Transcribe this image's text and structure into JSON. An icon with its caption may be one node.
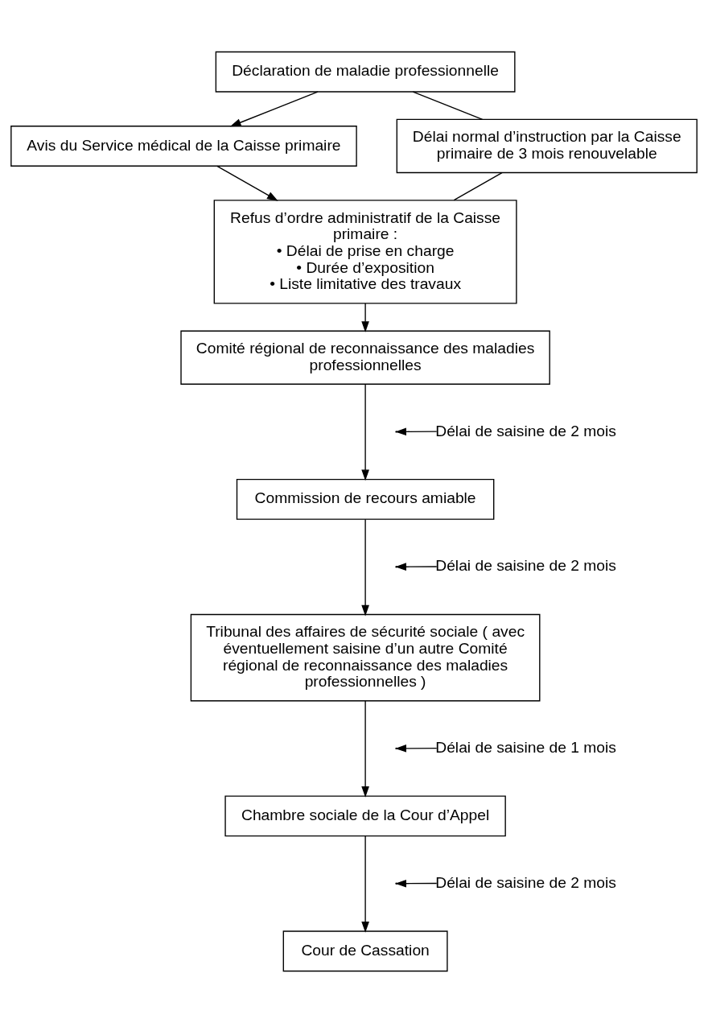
{
  "diagram": {
    "nodes": [
      {
        "text": [
          "Déclaration de maladie professionnelle"
        ]
      },
      {
        "text": [
          "Avis du Service médical de la Caisse primaire"
        ]
      },
      {
        "text": [
          "Délai normal d’instruction par la Caisse primaire de 3 mois renouvelable"
        ]
      },
      {
        "text": [
          "Refus d’ordre administratif de la Caisse primaire :",
          "• Délai de prise en charge",
          "• Durée d’exposition",
          "• Liste limitative des travaux"
        ]
      },
      {
        "text": [
          "Comité régional de reconnaissance des maladies professionnelles"
        ]
      },
      {
        "text": [
          "Commission de recours amiable"
        ]
      },
      {
        "text": [
          "Tribunal des affaires de sécurité sociale ( avec éventuellement saisine d’un autre Comité régional de reconnaissance des maladies professionnelles )"
        ]
      },
      {
        "text": [
          "Chambre sociale de la Cour d’Appel"
        ]
      },
      {
        "text": [
          "Cour de Cassation"
        ]
      },
      {
        "text": [
          "Délai de saisine de 2 mois"
        ]
      },
      {
        "text": [
          "Délai de saisine de 2 mois"
        ]
      },
      {
        "text": [
          "Délai de saisine de 1 mois"
        ]
      },
      {
        "text": [
          "Délai de saisine de 2 mois"
        ]
      }
    ],
    "edges": [
      {
        "from": 0,
        "to": 1,
        "arrow": "to"
      },
      {
        "from": 0,
        "to": 2,
        "arrow": "none"
      },
      {
        "from": 1,
        "to": 3,
        "arrow": "to"
      },
      {
        "from": 2,
        "to": 3,
        "arrow": "none"
      },
      {
        "from": 3,
        "to": 4,
        "arrow": "to"
      },
      {
        "from": 4,
        "to": 5,
        "arrow": "to"
      },
      {
        "from": 9,
        "to": null,
        "arrow": "to"
      },
      {
        "from": 5,
        "to": 6,
        "arrow": "to"
      },
      {
        "from": 10,
        "to": null,
        "arrow": "to"
      },
      {
        "from": 6,
        "to": 7,
        "arrow": "to"
      },
      {
        "from": 11,
        "to": null,
        "arrow": "to"
      },
      {
        "from": 7,
        "to": 8,
        "arrow": "to"
      },
      {
        "from": 12,
        "to": null,
        "arrow": "to"
      }
    ]
  }
}
